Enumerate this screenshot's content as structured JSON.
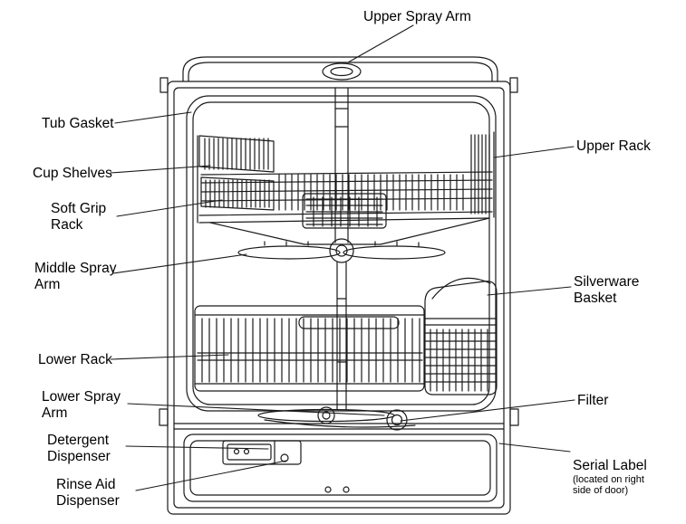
{
  "figure": {
    "type": "labeled-diagram",
    "subject": "Dishwasher interior parts diagram",
    "labels": [
      {
        "id": "upper-spray-arm",
        "text": "Upper Spray Arm"
      },
      {
        "id": "tub-gasket",
        "text": "Tub Gasket"
      },
      {
        "id": "upper-rack",
        "text": "Upper Rack"
      },
      {
        "id": "cup-shelves",
        "text": "Cup Shelves"
      },
      {
        "id": "soft-grip-rack",
        "text": "Soft Grip\nRack"
      },
      {
        "id": "middle-spray-arm",
        "text": "Middle Spray\nArm"
      },
      {
        "id": "silverware-basket",
        "text": "Silverware\nBasket"
      },
      {
        "id": "lower-rack",
        "text": "Lower Rack"
      },
      {
        "id": "lower-spray-arm",
        "text": "Lower Spray\nArm"
      },
      {
        "id": "filter",
        "text": "Filter"
      },
      {
        "id": "detergent-dispenser",
        "text": "Detergent\nDispenser"
      },
      {
        "id": "serial-label",
        "text": "Serial Label",
        "note": "(located on right\nside of door)"
      },
      {
        "id": "rinse-aid-dispenser",
        "text": "Rinse Aid\nDispenser"
      }
    ],
    "line_color": "#1a1a1a"
  }
}
